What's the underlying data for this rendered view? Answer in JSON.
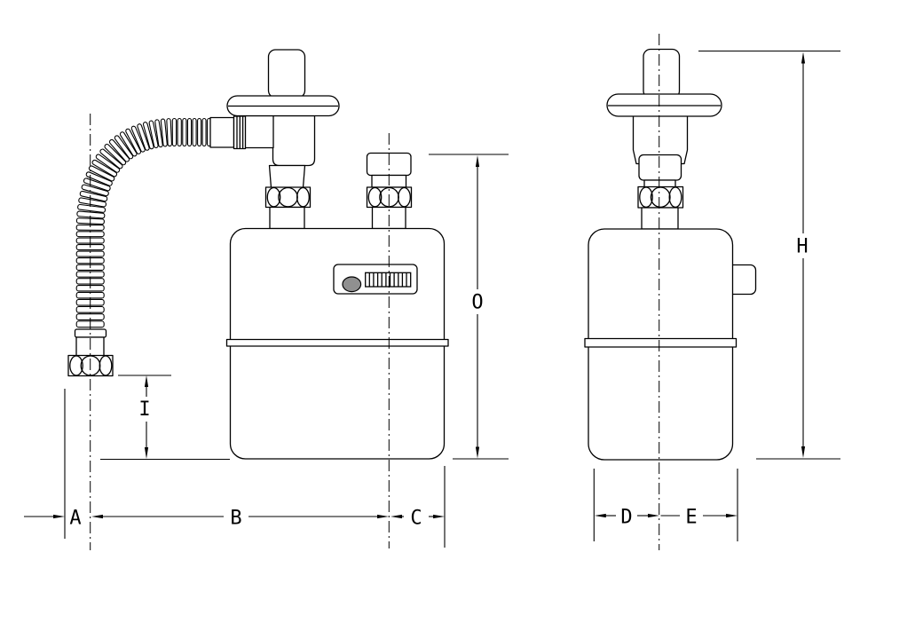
{
  "dimension_labels": {
    "A": "A",
    "B": "B",
    "C": "C",
    "D": "D",
    "E": "E",
    "H": "H",
    "I": "I",
    "O": "O"
  },
  "colors": {
    "line": "#000000",
    "index_dot": "#909090",
    "background": "#ffffff"
  }
}
